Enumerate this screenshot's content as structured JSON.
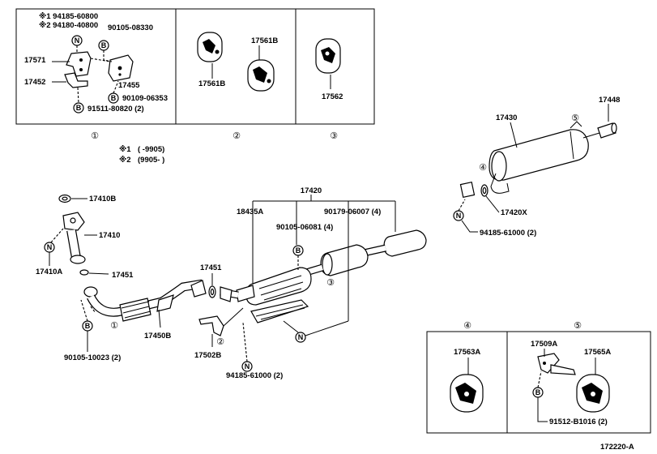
{
  "figure_code": "172220-A",
  "note": {
    "mark1": "※1",
    "mark2": "※2",
    "mark1_range": "(      -9905)",
    "mark2_range": "(9905-      )"
  },
  "boxes": {
    "box1": {
      "number": "①",
      "labels": {
        "p94185": "※1 94185-60800",
        "p94180": "※2 94180-40800",
        "p90105_08330": "90105-08330",
        "p17571": "17571",
        "p17452": "17452",
        "p17455": "17455",
        "p90109": "90109-06353",
        "p91511": "91511-80820 (2)"
      }
    },
    "box2": {
      "number": "②",
      "labels": {
        "a": "17561B",
        "b": "17561B"
      }
    },
    "box3": {
      "number": "③",
      "labels": {
        "a": "17562"
      }
    },
    "box4": {
      "number": "④",
      "labels": {
        "a": "17563A"
      }
    },
    "box5": {
      "number": "⑤",
      "labels": {
        "a": "17509A",
        "b": "17565A",
        "c": "91512-B1016 (2)"
      }
    }
  },
  "main_labels": {
    "p17448": "17448",
    "p17430": "17430",
    "p17420": "17420",
    "p17420X": "17420X",
    "p18435A": "18435A",
    "p90105_06081": "90105-06081 (4)",
    "p90179": "90179-06007 (4)",
    "p94185_r": "94185-61000 (2)",
    "p17410B": "17410B",
    "p17410": "17410",
    "p17410A": "17410A",
    "p17451a": "17451",
    "p17451b": "17451",
    "p17450B": "17450B",
    "p17502B": "17502B",
    "p90105_10023": "90105-10023 (2)",
    "p94185_b": "94185-61000 (2)"
  },
  "callouts": {
    "c1": "①",
    "c2": "②",
    "c3": "③",
    "c4": "④",
    "c5": "⑤"
  },
  "markers": {
    "n": "N",
    "b": "B"
  }
}
